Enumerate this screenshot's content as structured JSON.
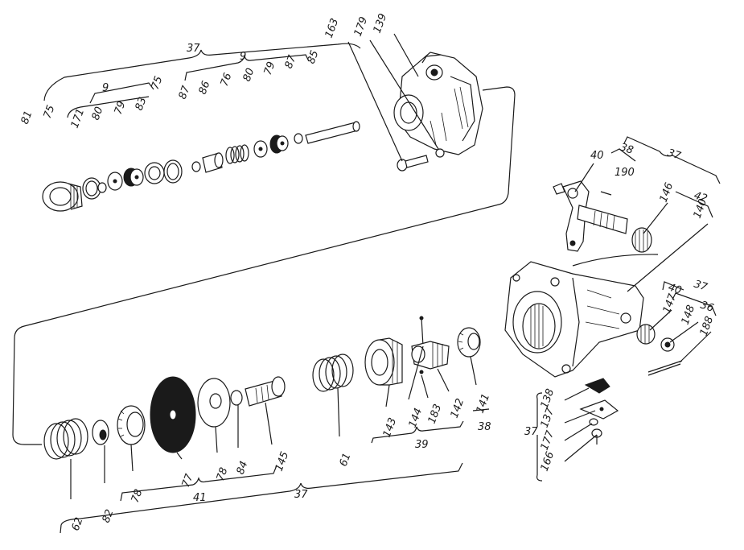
{
  "callouts": [
    "37",
    "9",
    "163",
    "179",
    "139",
    "9",
    "75",
    "87",
    "86",
    "76",
    "80",
    "79",
    "87",
    "85",
    "81",
    "75",
    "171",
    "80",
    "79",
    "83",
    "38",
    "37",
    "40",
    "190",
    "42",
    "146",
    "140",
    "37",
    "40",
    "36",
    "147",
    "148",
    "188",
    "138",
    "37",
    "137",
    "177",
    "166",
    "61",
    "144",
    "183",
    "142",
    "141",
    "143",
    "39",
    "38",
    "62",
    "82",
    "78",
    "77",
    "78",
    "84",
    "145",
    "41",
    "37"
  ]
}
